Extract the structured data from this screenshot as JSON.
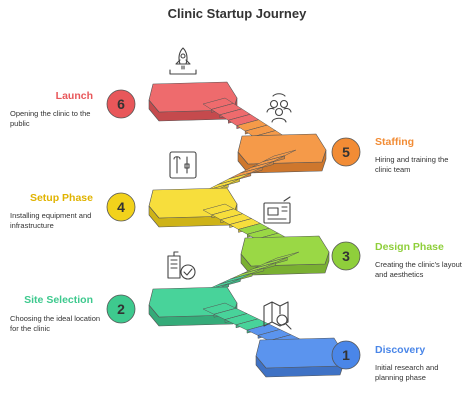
{
  "title": "Clinic Startup Journey",
  "stages": [
    {
      "number": "1",
      "title": "Discovery",
      "description": "Initial research and planning phase",
      "color": "#4a86e8",
      "top_color": "#5b94ee",
      "side": "right",
      "icon": "map-search-icon"
    },
    {
      "number": "2",
      "title": "Site Selection",
      "description": "Choosing the ideal location for the clinic",
      "color": "#3ec98e",
      "top_color": "#48d39a",
      "side": "left",
      "icon": "building-check-icon"
    },
    {
      "number": "3",
      "title": "Design Phase",
      "description": "Creating the clinic's layout and aesthetics",
      "color": "#8fcf3b",
      "top_color": "#9ad845",
      "side": "right",
      "icon": "blueprint-icon"
    },
    {
      "number": "4",
      "title": "Setup Phase",
      "description": "Installing equipment and infrastructure",
      "color": "#f2d21b",
      "top_color": "#f7de3c",
      "side": "left",
      "icon": "tools-icon"
    },
    {
      "number": "5",
      "title": "Staffing",
      "description": "Hiring and training the clinic team",
      "color": "#f28c35",
      "top_color": "#f59a49",
      "side": "right",
      "icon": "team-icon"
    },
    {
      "number": "6",
      "title": "Launch",
      "description": "Opening the clinic to the public",
      "color": "#e8575a",
      "top_color": "#ee6b6d",
      "side": "left",
      "icon": "rocket-icon"
    }
  ]
}
